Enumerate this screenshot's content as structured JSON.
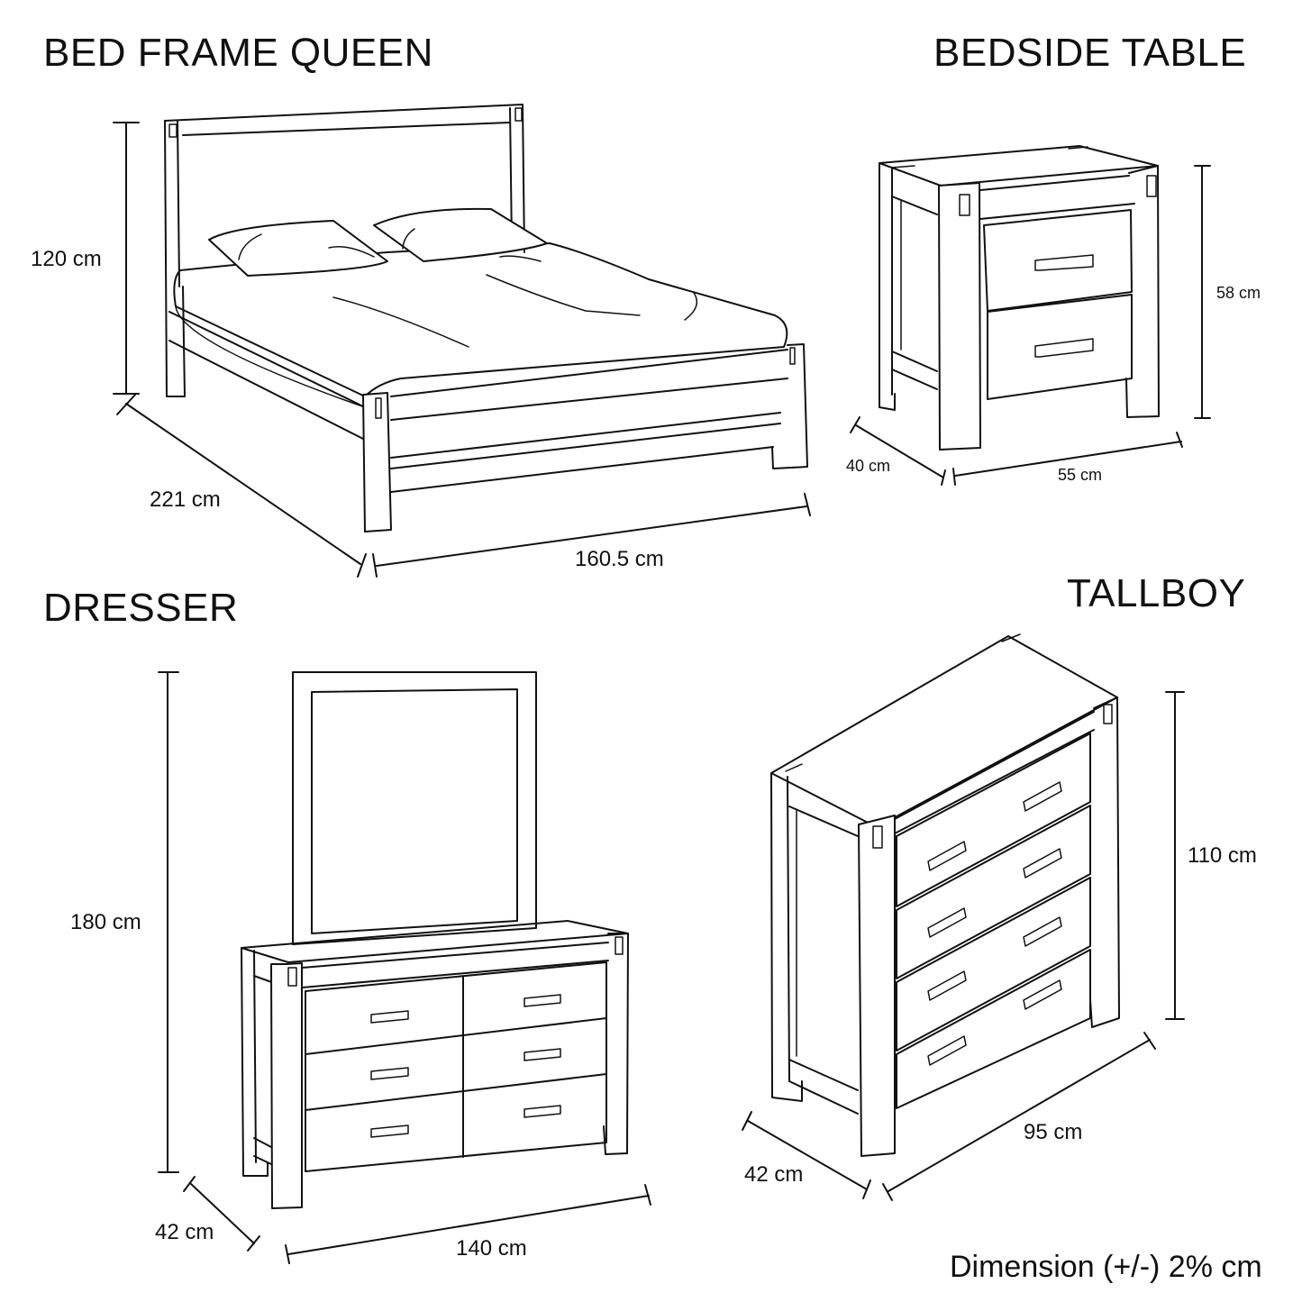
{
  "sections": {
    "bed": {
      "title": "BED FRAME QUEEN",
      "height": "120 cm",
      "depth": "221 cm",
      "width": "160.5 cm"
    },
    "bedside": {
      "title": "BEDSIDE TABLE",
      "height": "58 cm",
      "depth": "40 cm",
      "width": "55 cm"
    },
    "dresser": {
      "title": "DRESSER",
      "height": "180 cm",
      "depth": "42 cm",
      "width": "140 cm"
    },
    "tallboy": {
      "title": "TALLBOY",
      "height": "110 cm",
      "depth": "42 cm",
      "width": "95 cm"
    }
  },
  "footer": {
    "tolerance_note": "Dimension (+/-) 2% cm"
  },
  "colors": {
    "line": "#111111",
    "background": "#ffffff"
  }
}
